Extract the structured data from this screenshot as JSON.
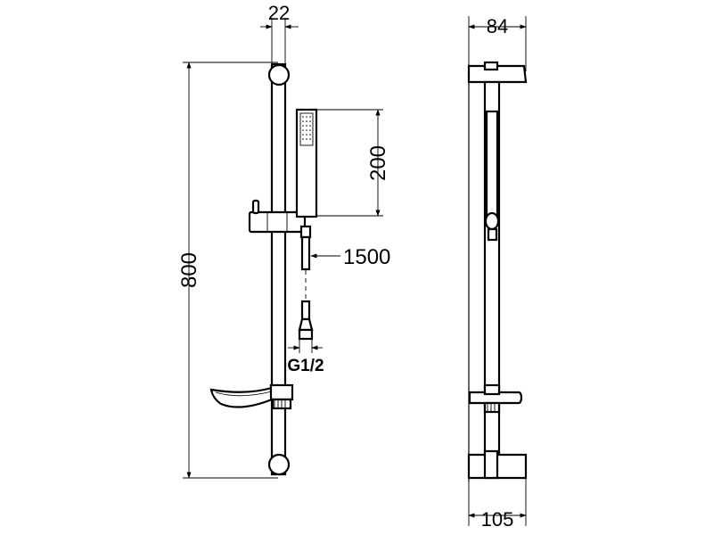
{
  "front_view": {
    "dim_rail_width": "22",
    "dim_total_height": "800",
    "dim_handshower_length": "200",
    "dim_hose_length": "1500",
    "dim_connection": "G1/2"
  },
  "side_view": {
    "dim_top_depth": "84",
    "dim_bottom_depth": "105"
  }
}
